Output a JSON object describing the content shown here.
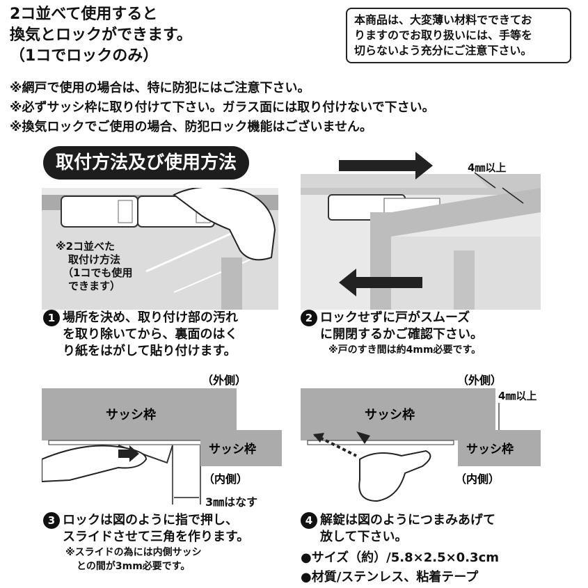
{
  "headline": {
    "line1": "2コ並べて使用すると",
    "line2": "換気とロックができます。",
    "line3": "（1コでロックのみ）"
  },
  "notice": {
    "line1": "本商品は、大変薄い材料でできてお",
    "line2": "りますのでお取り扱いには、手等を",
    "line3": "切らないよう充分にご注意下さい。"
  },
  "cautions": [
    "※網戸で使用の場合は、特に防犯にはご注意下さい。",
    "※必ずサッシ枠に取り付けて下さい。ガラス面には取り付けないで下さい。",
    "※換気ロックでご使用の場合、防犯ロック機能はございません。"
  ],
  "section_title": "取付方法及び使用方法",
  "panel1": {
    "note_lines": [
      "※2コ並べた",
      "取付け方法",
      "（1コでも使用",
      "できます）"
    ]
  },
  "panel2": {
    "gap_label": "4㎜以上"
  },
  "steps": {
    "s1": {
      "num": "1",
      "lines": [
        "場所を決め、取り付け部の汚れ",
        "を取り除いてから、裏面のはく",
        "り紙をはがして貼り付けます。"
      ]
    },
    "s2": {
      "num": "2",
      "lines": [
        "ロックせずに戸がスムーズ",
        "に開閉するかご確認下さい。"
      ],
      "note": "※戸のすき間は約4mm必要です。"
    },
    "s3": {
      "num": "3",
      "lines": [
        "ロックは図のように指で押し、",
        "スライドさせて三角を作ります。"
      ],
      "note_lines": [
        "※スライドの為には内側サッシ",
        "との間が3mm必要です。"
      ]
    },
    "s4": {
      "num": "4",
      "lines": [
        "解錠は図のようにつまみあげて",
        "放して下さい。"
      ]
    }
  },
  "panel3": {
    "outer_label": "（外側）",
    "frame_label": "サッシ枠",
    "inner_frame_label": "サッシ枠",
    "inner_label": "（内側）",
    "gap_label": "3㎜はなす"
  },
  "panel4": {
    "outer_label": "（外側）",
    "frame_label": "サッシ枠",
    "inner_frame_label": "サッシ枠",
    "inner_label": "（内側）",
    "gap_label": "4㎜以上"
  },
  "specs": [
    "●サイズ（約）/5.8×2.5×0.3cm",
    "●材質/ステンレス、粘着テープ"
  ]
}
